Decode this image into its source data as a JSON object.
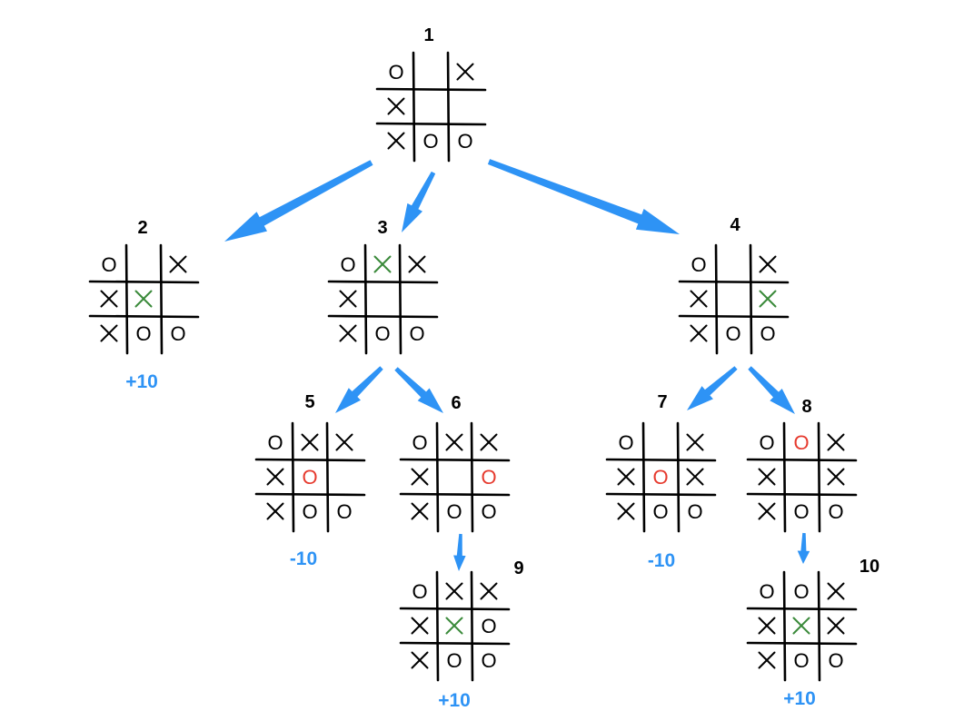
{
  "colors": {
    "arrow": "#2e93f5",
    "score": "#2e93f5",
    "mark": "#000000",
    "new_x": "#3a8a3a",
    "new_o": "#e63a2e",
    "grid": "#000000"
  },
  "nodes": [
    {
      "id": "1",
      "board": [
        [
          "O",
          "",
          "X"
        ],
        [
          "X",
          "",
          ""
        ],
        [
          "X",
          "O",
          "O"
        ]
      ],
      "highlight": null,
      "score": ""
    },
    {
      "id": "2",
      "board": [
        [
          "O",
          "",
          "X"
        ],
        [
          "X",
          "X",
          ""
        ],
        [
          "X",
          "O",
          "O"
        ]
      ],
      "highlight": [
        1,
        1
      ],
      "score": "+10"
    },
    {
      "id": "3",
      "board": [
        [
          "O",
          "X",
          "X"
        ],
        [
          "X",
          "",
          ""
        ],
        [
          "X",
          "O",
          "O"
        ]
      ],
      "highlight": [
        0,
        1
      ],
      "score": ""
    },
    {
      "id": "4",
      "board": [
        [
          "O",
          "",
          "X"
        ],
        [
          "X",
          "",
          "X"
        ],
        [
          "X",
          "O",
          "O"
        ]
      ],
      "highlight": [
        1,
        2
      ],
      "score": ""
    },
    {
      "id": "5",
      "board": [
        [
          "O",
          "X",
          "X"
        ],
        [
          "X",
          "O",
          ""
        ],
        [
          "X",
          "O",
          "O"
        ]
      ],
      "highlight": [
        1,
        1
      ],
      "score": "-10"
    },
    {
      "id": "6",
      "board": [
        [
          "O",
          "X",
          "X"
        ],
        [
          "X",
          "",
          "O"
        ],
        [
          "X",
          "O",
          "O"
        ]
      ],
      "highlight": [
        1,
        2
      ],
      "score": ""
    },
    {
      "id": "7",
      "board": [
        [
          "O",
          "",
          "X"
        ],
        [
          "X",
          "O",
          "X"
        ],
        [
          "X",
          "O",
          "O"
        ]
      ],
      "highlight": [
        1,
        1
      ],
      "score": "-10"
    },
    {
      "id": "8",
      "board": [
        [
          "O",
          "O",
          "X"
        ],
        [
          "X",
          "",
          "X"
        ],
        [
          "X",
          "O",
          "O"
        ]
      ],
      "highlight": [
        0,
        1
      ],
      "score": ""
    },
    {
      "id": "9",
      "board": [
        [
          "O",
          "X",
          "X"
        ],
        [
          "X",
          "X",
          "O"
        ],
        [
          "X",
          "O",
          "O"
        ]
      ],
      "highlight": [
        1,
        1
      ],
      "score": "+10"
    },
    {
      "id": "10",
      "board": [
        [
          "O",
          "O",
          "X"
        ],
        [
          "X",
          "X",
          "X"
        ],
        [
          "X",
          "O",
          "O"
        ]
      ],
      "highlight": [
        1,
        1
      ],
      "score": "+10"
    }
  ],
  "edges": [
    {
      "from": "1",
      "to": "2"
    },
    {
      "from": "1",
      "to": "3"
    },
    {
      "from": "1",
      "to": "4"
    },
    {
      "from": "3",
      "to": "5"
    },
    {
      "from": "3",
      "to": "6"
    },
    {
      "from": "4",
      "to": "7"
    },
    {
      "from": "4",
      "to": "8"
    },
    {
      "from": "6",
      "to": "9"
    },
    {
      "from": "8",
      "to": "10"
    }
  ]
}
